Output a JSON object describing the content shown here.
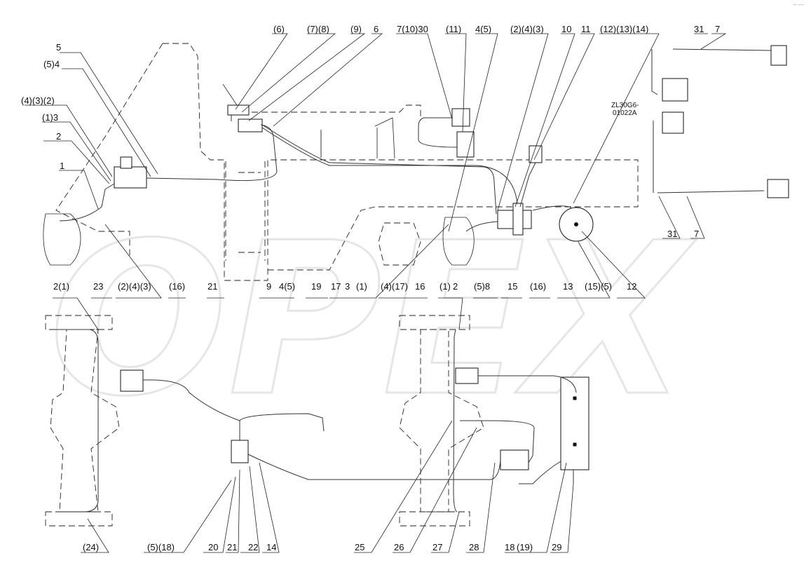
{
  "watermark": "OPEX",
  "corner_mark": "-- ---",
  "drawing_code": [
    "ZL30G6-",
    "01022A"
  ],
  "top_callouts": [
    "5",
    "(5)4",
    "(4)(3)(2)",
    "(1)3",
    "2",
    "1",
    "(6)",
    "(7)(8)",
    "(9)",
    "6",
    "7(10)30",
    "(11)",
    "4(5)",
    "(2)(4)(3)",
    "10",
    "11",
    "(12)(13)(14)",
    "31",
    "7"
  ],
  "middle_callouts": [
    "2(1)",
    "23",
    "(2)(4)(3)",
    "(16)",
    "21",
    "9",
    "4(5)",
    "19",
    "17",
    "3",
    "(1)",
    "(4)(17)",
    "16",
    "(1)",
    "2",
    "(5)8",
    "15",
    "(16)",
    "13",
    "(15)(5)",
    "12",
    "31",
    "7"
  ],
  "bottom_callouts": [
    "(24)",
    "(5)(18)",
    "20",
    "21",
    "22",
    "14",
    "25",
    "26",
    "27",
    "28",
    "18",
    "(19)",
    "29"
  ]
}
